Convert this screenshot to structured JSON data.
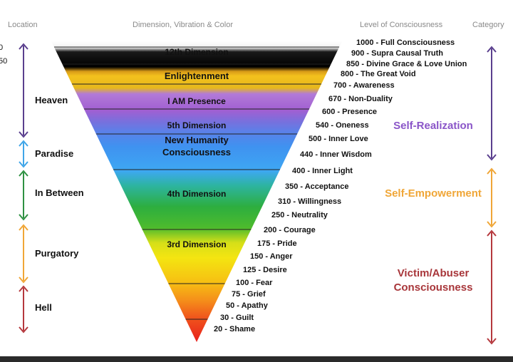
{
  "headers": {
    "location": "Location",
    "dimension": "Dimension, Vibration & Color",
    "level": "Level of Consciousness",
    "category": "Category"
  },
  "edge_fragments": [
    "0",
    "50"
  ],
  "locations": [
    "Heaven",
    "Paradise",
    "In Between",
    "Purgatory",
    "Hell"
  ],
  "bands": [
    {
      "label": "12th Dimension",
      "color": "#f4f4f4",
      "text_color": "#111111"
    },
    {
      "label": "Enlightenment",
      "color": "#f0bf1c",
      "text_color": "#111111"
    },
    {
      "label": "I AM Presence",
      "color": "#a15fd2",
      "text_color": "#111111"
    },
    {
      "label": "5th Dimension",
      "color": "#5b80e8",
      "text_color": "#111111"
    },
    {
      "label": "New Humanity Consciousness",
      "lines": [
        "New Humanity",
        "Consciousness"
      ],
      "color": "#3ea7f3",
      "text_color": "#111111"
    },
    {
      "label": "4th Dimension",
      "color": "#2dae3f",
      "text_color": "#111111"
    },
    {
      "label": "3rd Dimension",
      "color": "#f4e511",
      "text_color": "#111111"
    }
  ],
  "levels": [
    "1000 - Full Consciousness",
    "900 - Supra Causal Truth",
    "850 - Divine Grace & Love Union",
    "800 - The Great Void",
    "700 - Awareness",
    "670 - Non-Duality",
    "600 - Presence",
    "540 - Oneness",
    "500 - Inner Love",
    "440 - Inner Wisdom",
    "400 - Inner Light",
    "350 - Acceptance",
    "310 - Willingness",
    "250 - Neutrality",
    "200 - Courage",
    "175 - Pride",
    "150 - Anger",
    "125 - Desire",
    "100 - Fear",
    "75 - Grief",
    "50 - Apathy",
    "30 - Guilt",
    "20 - Shame"
  ],
  "categories": [
    {
      "label": "Self-Realization",
      "lines": [
        "Self-Realization"
      ],
      "color": "#8a55c8",
      "arrow_color": "#5a3f8e"
    },
    {
      "label": "Self-Empowerment",
      "lines": [
        "Self-Empowerment"
      ],
      "color": "#f0a637",
      "arrow_color": "#f0a637"
    },
    {
      "label": "Victim/Abuser Consciousness",
      "lines": [
        "Victim/Abuser",
        "Consciousness"
      ],
      "color": "#a8363a",
      "arrow_color": "#b5383d"
    }
  ],
  "location_arrow_colors": [
    "#5a3f8e",
    "#3fa5e8",
    "#2e9142",
    "#f0a637",
    "#b5383d"
  ]
}
